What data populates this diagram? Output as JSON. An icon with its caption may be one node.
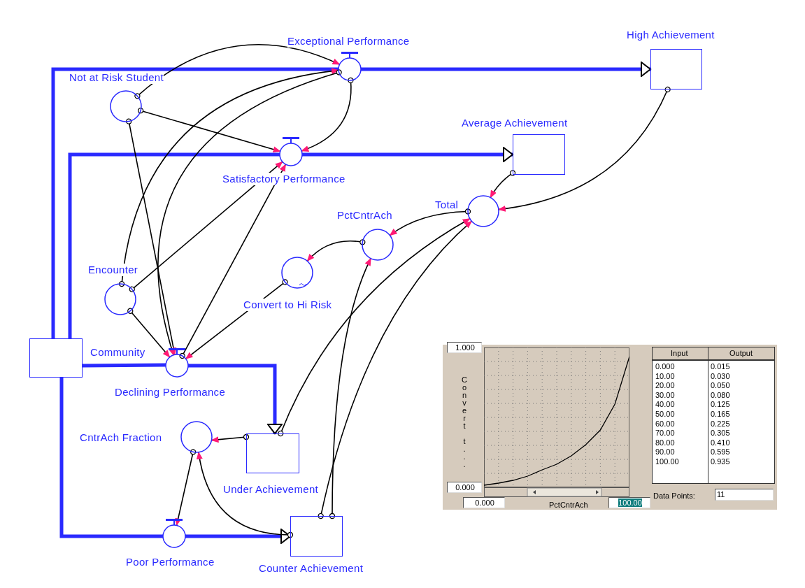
{
  "diagram": {
    "nodes": [
      {
        "text": [
          "Community"
        ]
      },
      {
        "text": [
          "Not at Risk Student"
        ]
      },
      {
        "text": [
          "Exceptional Performance"
        ]
      },
      {
        "text": [
          "High Achievement"
        ]
      },
      {
        "text": [
          "Satisfactory Performance"
        ]
      },
      {
        "text": [
          "Average Achievement"
        ]
      },
      {
        "text": [
          "Total"
        ]
      },
      {
        "text": [
          "PctCntrAch"
        ]
      },
      {
        "text": [
          "Encounter"
        ]
      },
      {
        "text": [
          "Convert to Hi Risk"
        ]
      },
      {
        "text": [
          "Declining Performance"
        ]
      },
      {
        "text": [
          "CntrAch Fraction"
        ]
      },
      {
        "text": [
          "Under Achievement"
        ]
      },
      {
        "text": [
          "Poor Performance"
        ]
      },
      {
        "text": [
          "Counter Achievement"
        ]
      }
    ],
    "edges": [
      {
        "from": 0,
        "to": 2,
        "arrow": "none",
        "style": "thick",
        "color": "#2a2aff"
      },
      {
        "from": 2,
        "to": 3,
        "arrow": "to",
        "style": "thick",
        "color": "#2a2aff"
      },
      {
        "from": 0,
        "to": 4,
        "arrow": "none",
        "style": "thick",
        "color": "#2a2aff"
      },
      {
        "from": 4,
        "to": 5,
        "arrow": "to",
        "style": "thick",
        "color": "#2a2aff"
      },
      {
        "from": 0,
        "to": 10,
        "arrow": "none",
        "style": "thick",
        "color": "#2a2aff"
      },
      {
        "from": 10,
        "to": 12,
        "arrow": "to",
        "style": "thick",
        "color": "#2a2aff"
      },
      {
        "from": 0,
        "to": 13,
        "arrow": "none",
        "style": "thick",
        "color": "#2a2aff"
      },
      {
        "from": 13,
        "to": 14,
        "arrow": "to",
        "style": "thick",
        "color": "#2a2aff"
      },
      {
        "from": 1,
        "to": 2,
        "arrow": "to"
      },
      {
        "from": 1,
        "to": 4,
        "arrow": "to"
      },
      {
        "from": 1,
        "to": 10,
        "arrow": "to"
      },
      {
        "from": 8,
        "to": 2,
        "arrow": "to"
      },
      {
        "from": 8,
        "to": 4,
        "arrow": "to"
      },
      {
        "from": 8,
        "to": 10,
        "arrow": "to"
      },
      {
        "from": 2,
        "to": 4,
        "arrow": "to"
      },
      {
        "from": 2,
        "to": 10,
        "arrow": "to"
      },
      {
        "from": 10,
        "to": 4,
        "arrow": "to"
      },
      {
        "from": 9,
        "to": 10,
        "arrow": "to"
      },
      {
        "from": 7,
        "to": 9,
        "arrow": "to"
      },
      {
        "from": 6,
        "to": 7,
        "arrow": "to"
      },
      {
        "from": 5,
        "to": 6,
        "arrow": "to"
      },
      {
        "from": 3,
        "to": 6,
        "arrow": "to"
      },
      {
        "from": 12,
        "to": 6,
        "arrow": "to"
      },
      {
        "from": 14,
        "to": 7,
        "arrow": "to"
      },
      {
        "from": 14,
        "to": 6,
        "arrow": "to"
      },
      {
        "from": 12,
        "to": 11,
        "arrow": "to"
      },
      {
        "from": 14,
        "to": 11,
        "arrow": "to"
      },
      {
        "from": 11,
        "to": 13,
        "arrow": "to"
      }
    ],
    "labels": [
      "Input",
      "Output",
      "0.000",
      "0.015",
      "10.00",
      "0.030",
      "20.00",
      "0.050",
      "30.00",
      "0.080",
      "40.00",
      "0.125",
      "50.00",
      "0.165",
      "60.00",
      "0.225",
      "70.00",
      "0.305",
      "80.00",
      "0.410",
      "90.00",
      "0.595",
      "100.00",
      "0.935",
      "Data Points:",
      "11"
    ],
    "chart_data": {
      "type": "line",
      "xlabel": "PctCntrAch",
      "ylabel": "Convert t...",
      "x": [
        0,
        10,
        20,
        30,
        40,
        50,
        60,
        70,
        80,
        90,
        100
      ],
      "values": [
        0.015,
        0.03,
        0.05,
        0.08,
        0.125,
        0.165,
        0.225,
        0.305,
        0.41,
        0.595,
        0.935
      ],
      "xlim": [
        0,
        100
      ],
      "ylim": [
        0,
        1
      ],
      "xticks": [
        {
          "value": 0,
          "label": "0.000"
        },
        {
          "value": 100,
          "label": "100.00"
        }
      ],
      "yticks": [
        {
          "value": 0,
          "label": "0.000"
        },
        {
          "value": 1,
          "label": "1.000"
        }
      ]
    }
  }
}
